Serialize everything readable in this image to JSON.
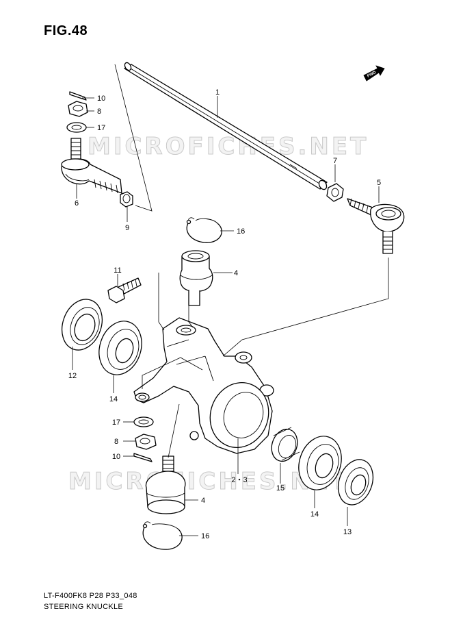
{
  "header": {
    "title": "FIG.48"
  },
  "footer": {
    "code": "LT-F400FK8 P28 P33_048",
    "caption": "STEERING KNUCKLE"
  },
  "watermark": {
    "text": "MICROFICHES.NET"
  },
  "fwd_badge": {
    "text": "FWD"
  },
  "callouts": [
    {
      "id": "c1",
      "label": "1"
    },
    {
      "id": "c2-3",
      "label": "2・3"
    },
    {
      "id": "c4a",
      "label": "4"
    },
    {
      "id": "c4b",
      "label": "4"
    },
    {
      "id": "c5",
      "label": "5"
    },
    {
      "id": "c6",
      "label": "6"
    },
    {
      "id": "c7",
      "label": "7"
    },
    {
      "id": "c8a",
      "label": "8"
    },
    {
      "id": "c8b",
      "label": "8"
    },
    {
      "id": "c9",
      "label": "9"
    },
    {
      "id": "c10a",
      "label": "10"
    },
    {
      "id": "c10b",
      "label": "10"
    },
    {
      "id": "c11",
      "label": "11"
    },
    {
      "id": "c12",
      "label": "12"
    },
    {
      "id": "c13",
      "label": "13"
    },
    {
      "id": "c14a",
      "label": "14"
    },
    {
      "id": "c14b",
      "label": "14"
    },
    {
      "id": "c15",
      "label": "15"
    },
    {
      "id": "c16a",
      "label": "16"
    },
    {
      "id": "c16b",
      "label": "16"
    },
    {
      "id": "c17a",
      "label": "17"
    },
    {
      "id": "c17b",
      "label": "17"
    }
  ]
}
